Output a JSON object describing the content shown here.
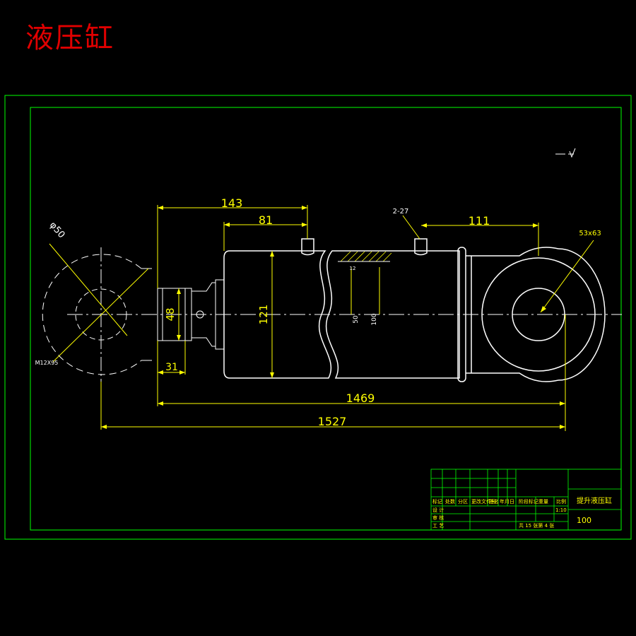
{
  "title": "液压缸",
  "colors": {
    "background": "#000000",
    "frame": "#00ff00",
    "outline": "#ffffff",
    "dimension": "#ffff00",
    "title": "#e00000"
  },
  "dimensions": {
    "d143": "143",
    "d81": "81",
    "d2_27": "2-27",
    "d111": "111",
    "d53x63": "53x63",
    "phi50": "φ50",
    "d48": "48",
    "d121": "121",
    "d31": "31",
    "d1469": "1469",
    "d1527": "1527",
    "d50": "50",
    "d100": "100",
    "m12": "M12X95",
    "r12": "12"
  },
  "title_block": {
    "part_name": "提升液压缸",
    "number": "100",
    "scale": "1:10",
    "sheet": "共 15 张第 4 张",
    "row_labels": [
      "设 计",
      "审 核",
      "工 艺"
    ],
    "header_cells": [
      "标记",
      "处数",
      "分区",
      "更改文件号",
      "签名",
      "年月日"
    ],
    "spec_cells": [
      "阶段标记",
      "重量",
      "比例"
    ]
  }
}
